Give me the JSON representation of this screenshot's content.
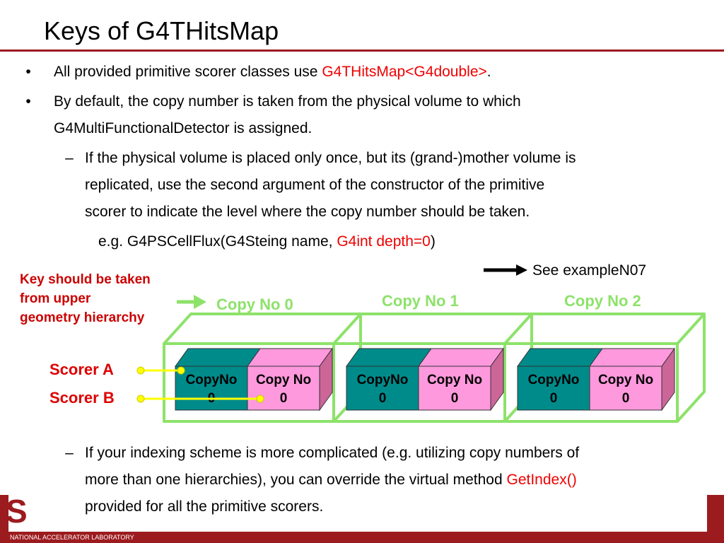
{
  "slide": {
    "title": "Keys of G4THitsMap",
    "bullets": [
      {
        "marker": "•",
        "text": "All provided primitive scorer classes use ",
        "highlight": "G4THitsMap<G4double>",
        "after": "."
      },
      {
        "marker": "•",
        "line1": "By default, the copy number is taken from the physical volume to which",
        "line2": "G4MultiFunctionalDetector is assigned."
      }
    ],
    "sub_bullet_1": {
      "marker": "–",
      "lines": [
        "If the physical volume is placed only once, but its (grand-)mother volume is",
        "replicated, use the second argument of the constructor of the primitive",
        "scorer to indicate the level where the copy number should be taken."
      ]
    },
    "example": {
      "prefix": "e.g. G4PSCellFlux(G4Steing name, ",
      "highlight": "G4int depth=0",
      "suffix": ")"
    },
    "see_example": "See exampleN07",
    "key_note": [
      "Key should be taken",
      "from upper",
      "geometry hierarchy"
    ],
    "copy_labels": [
      "Copy No  0",
      "Copy No  1",
      "Copy No  2"
    ],
    "scorers": [
      "Scorer  A",
      "Scorer  B"
    ],
    "cell_labels": {
      "left_top": "CopyNo",
      "left_bottom": "0",
      "right_top": "Copy No",
      "right_bottom": "0"
    },
    "sub_bullet_2": {
      "marker": "–",
      "line1": "If your indexing scheme is more complicated (e.g. utilizing copy numbers of",
      "line2_prefix": "more than one hierarchies), you can override the virtual method ",
      "line2_highlight": "GetIndex()",
      "line3": "provided for all the primitive scorers."
    },
    "footer": {
      "logo_letter": "S",
      "lab_name": "NATIONAL ACCELERATOR LABORATORY"
    },
    "colors": {
      "accent": "#9c1b1f",
      "highlight_red": "#ee0000",
      "outline_green": "#8de26a",
      "teal": "#008b8b",
      "pink": "#ff99dd",
      "connector_yellow": "#ffff00"
    }
  }
}
